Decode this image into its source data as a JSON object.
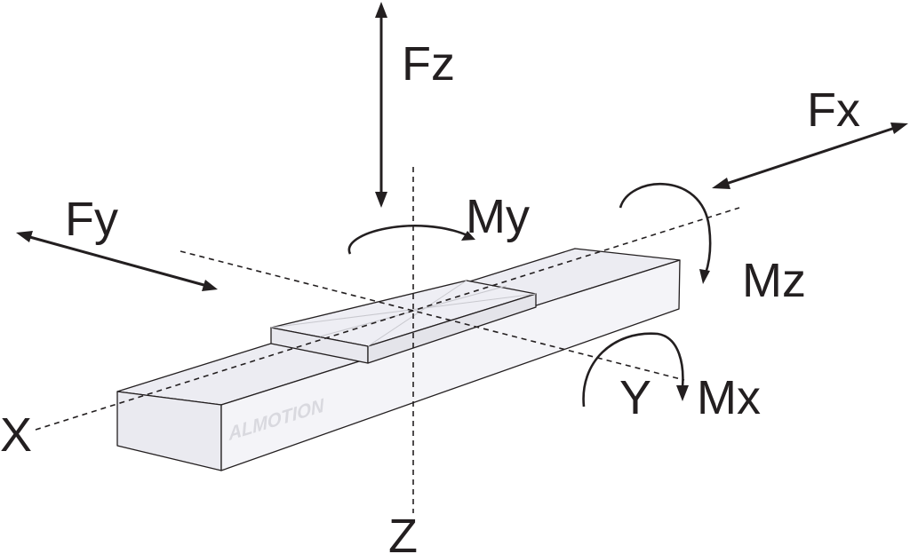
{
  "labels": {
    "fz": "Fz",
    "fx": "Fx",
    "fy": "Fy",
    "my": "My",
    "mz": "Mz",
    "mx": "Mx",
    "y_axis": "Y",
    "x_axis": "X",
    "z_axis": "Z"
  },
  "logo": "ALMOTION",
  "colors": {
    "ink": "#231f20",
    "rail_face": "#eaeaf0",
    "logo": "#d9d9df"
  }
}
